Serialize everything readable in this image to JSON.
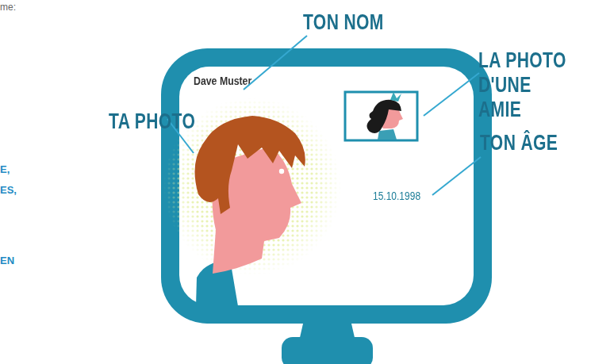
{
  "diagram": {
    "nodes": [
      {
        "text": [
          "Dave Muster",
          "15.10.1998"
        ]
      }
    ],
    "labels": [
      "me:",
      "TA PHOTO",
      "TON NOM",
      "LA PHOTO D'UNE AMIE",
      "TON ÂGE",
      "E,",
      "ES,",
      "EN"
    ]
  }
}
